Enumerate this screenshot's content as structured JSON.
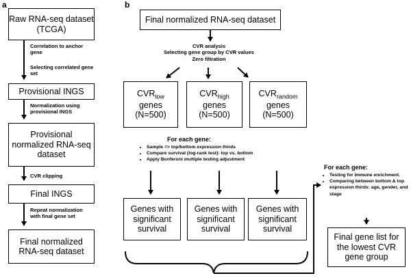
{
  "panel_a": {
    "label": "a",
    "raw_box": "Raw RNA-seq dataset (TCGA)",
    "step1": "Correlation to anchor gene",
    "step2": "Selecting correlated gene set",
    "prov_ings": "Provisional INGS",
    "step3": "Normalization using provisional INGS",
    "prov_norm": "Provisional normalized RNA-seq dataset",
    "step4": "CVR clipping",
    "final_ings": "Final INGS",
    "step5": "Repeat normalization with final gene set",
    "final_norm": "Final normalized RNA-seq dataset"
  },
  "panel_b": {
    "label": "b",
    "top_box": "Final normalized RNA-seq dataset",
    "cvr_steps": [
      "CVR analysis",
      "Selecting gene group by CVR values",
      "Zero filtration"
    ],
    "groups": [
      {
        "cvr": "CVR",
        "sub": "low",
        "genes": "genes",
        "n": "(N=500)"
      },
      {
        "cvr": "CVR",
        "sub": "high",
        "genes": "genes",
        "n": "(N=500)"
      },
      {
        "cvr": "CVR",
        "sub": "random",
        "genes": "genes",
        "n": "(N=500)"
      }
    ],
    "for_each_gene_title": "For each gene:",
    "for_each_gene_items": [
      "Sample => top/bottom expression thirds",
      "Compare survival (log-rank test): top vs. bottom",
      "Apply Bonferoni multiple testing adjustment"
    ],
    "sig_box": "Genes with significant survival",
    "right_title": "For each gene:",
    "right_items": [
      "Testing for Immune enrichment.",
      "Comparing between bottom & top expression thirds: age, gender, and stage"
    ],
    "final_box": "Final gene list for the lowest CVR gene group"
  }
}
